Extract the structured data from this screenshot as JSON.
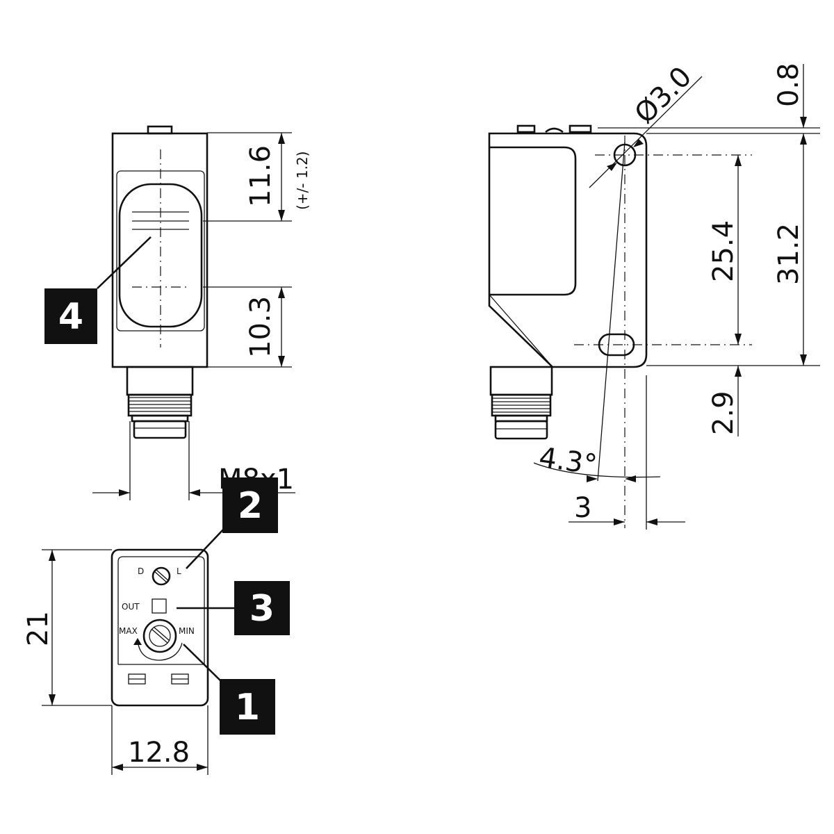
{
  "dimensions": {
    "front_top": "11.6",
    "front_tolerance": "(+/- 1.2)",
    "front_bottom": "10.3",
    "thread": "M8x1",
    "bottom_height": "21",
    "bottom_width": "12.8",
    "side_hole_diameter": "Ø3.0",
    "side_offset_top": "0.8",
    "side_hole_spacing": "25.4",
    "side_total_height": "31.2",
    "side_offset_bottom": "2.9",
    "side_angle": "4.3°",
    "side_offset_x": "3"
  },
  "panel_labels": {
    "dark": "D",
    "light": "L",
    "output": "OUT",
    "max": "MAX",
    "min": "MIN"
  },
  "callouts": [
    "1",
    "2",
    "3",
    "4"
  ]
}
